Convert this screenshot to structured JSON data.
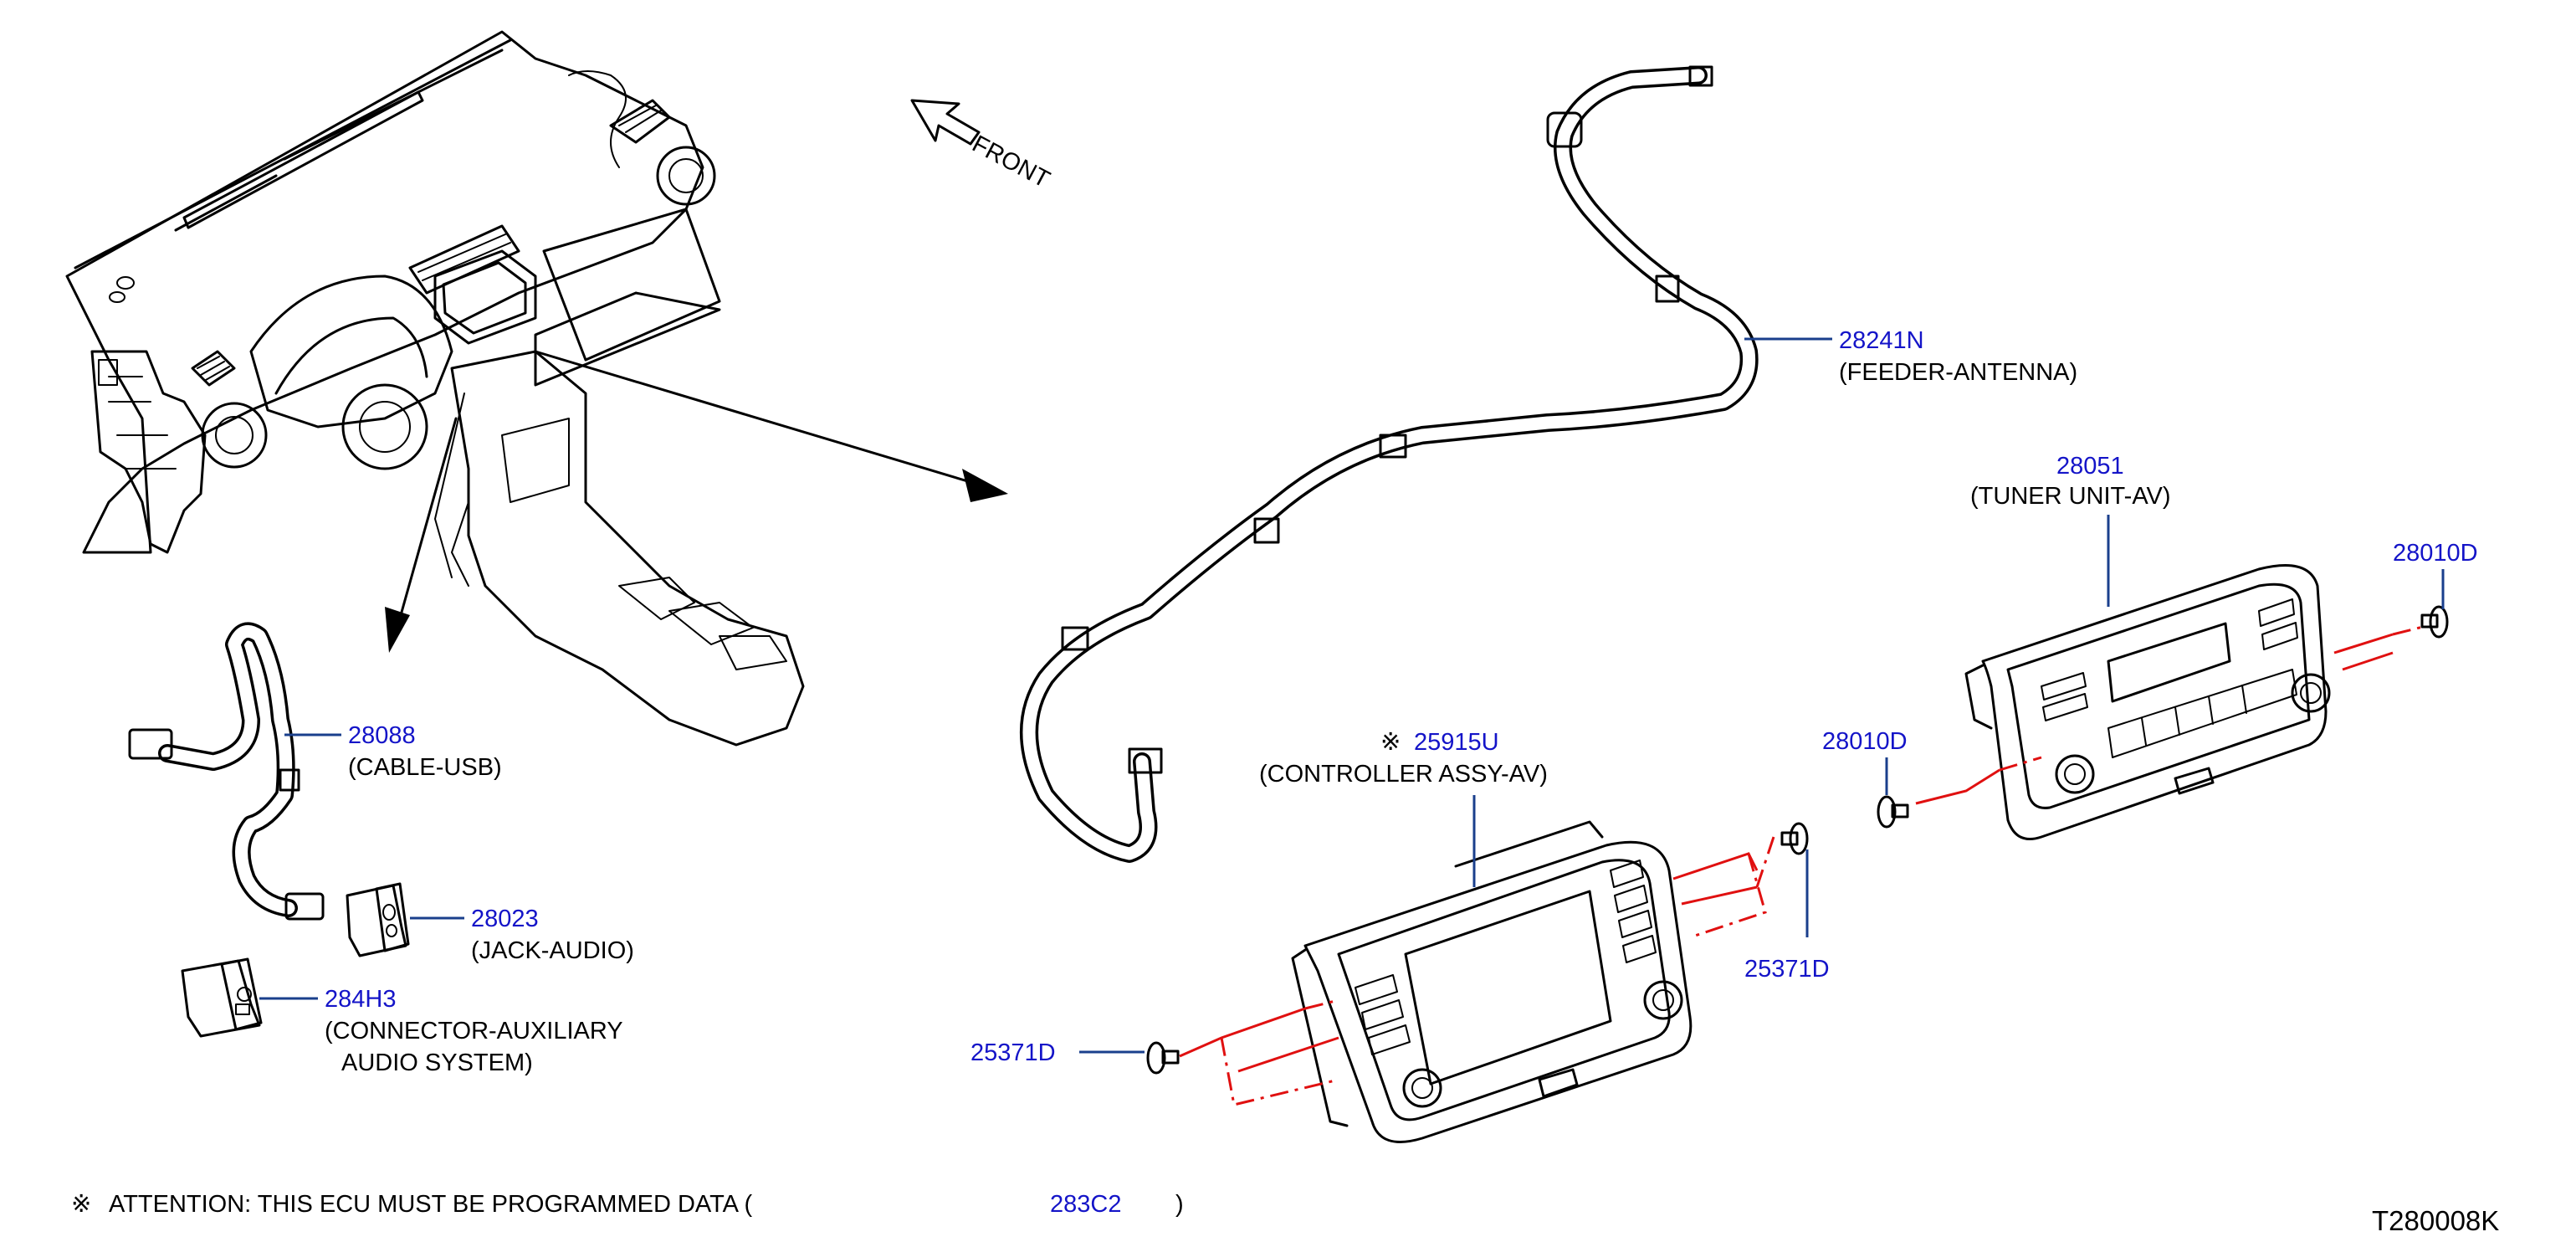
{
  "front_label": "FRONT",
  "diagram_code": "T280008K",
  "attention": {
    "mark": "※",
    "text": "ATTENTION:  THIS  ECU  MUST  BE  PROGRAMMED  DATA  (",
    "part": "283C2",
    "close": ")"
  },
  "parts": {
    "feeder_antenna": {
      "number": "28241N",
      "name": "(FEEDER-ANTENNA)"
    },
    "tuner_unit": {
      "number": "28051",
      "name": "(TUNER   UNIT-AV)"
    },
    "screw_right": {
      "number": "28010D"
    },
    "screw_left": {
      "number": "28010D"
    },
    "controller": {
      "mark": "※",
      "number": "25915U",
      "name": "(CONTROLLER   ASSY-AV)"
    },
    "clip_right": {
      "number": "25371D"
    },
    "clip_left": {
      "number": "25371D"
    },
    "cable_usb": {
      "number": "28088",
      "name": "(CABLE-USB)"
    },
    "jack_audio": {
      "number": "28023",
      "name": "(JACK-AUDIO)"
    },
    "connector_aux": {
      "number": "284H3",
      "name_line1": "(CONNECTOR-AUXILIARY",
      "name_line2": "AUDIO   SYSTEM)"
    }
  },
  "colors": {
    "part_number": "#1414c8",
    "leader": "#1a3f8c",
    "fastener_path": "#e01010",
    "line": "#000000"
  }
}
